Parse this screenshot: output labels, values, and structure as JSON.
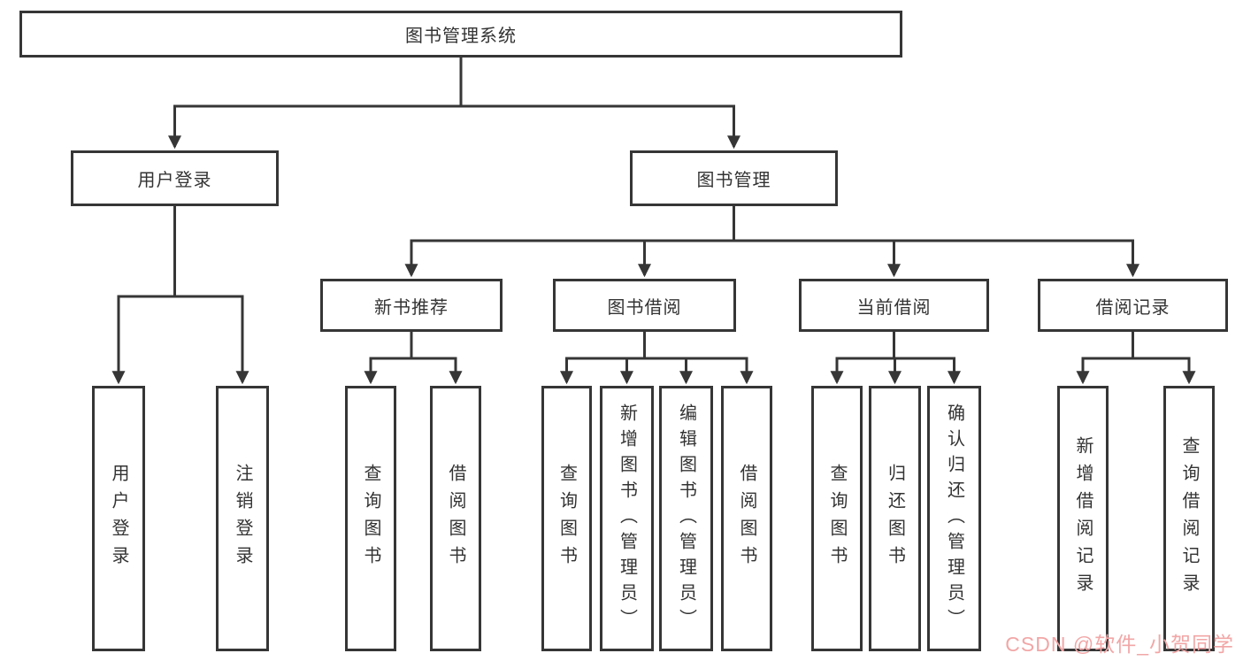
{
  "diagram": {
    "root": {
      "label": "图书管理系统"
    },
    "branches": {
      "user_login": {
        "label": "用户登录"
      },
      "book_mgmt": {
        "label": "图书管理"
      }
    },
    "modules": {
      "new_book_rec": {
        "label": "新书推荐"
      },
      "book_borrow": {
        "label": "图书借阅"
      },
      "current_borrow": {
        "label": "当前借阅"
      },
      "borrow_records": {
        "label": "借阅记录"
      }
    },
    "functions": {
      "login": {
        "label": "用户登录"
      },
      "logout": {
        "label": "注销登录"
      },
      "rec_query_books": {
        "label": "查询图书"
      },
      "rec_borrow_books": {
        "label": "借阅图书"
      },
      "bb_query_books": {
        "label": "查询图书"
      },
      "bb_add_books": {
        "label": "新增图书（管理员）"
      },
      "bb_edit_books": {
        "label": "编辑图书（管理员）"
      },
      "bb_borrow_books": {
        "label": "借阅图书"
      },
      "cb_query_books": {
        "label": "查询图书"
      },
      "cb_return_books": {
        "label": "归还图书"
      },
      "cb_confirm_return": {
        "label": "确认归还（管理员）"
      },
      "br_add_record": {
        "label": "新增借阅记录"
      },
      "br_query_record": {
        "label": "查询借阅记录"
      }
    }
  },
  "watermark": {
    "text": "CSDN @软件_小贺同学"
  },
  "colors": {
    "line": "#363636",
    "text": "#333333",
    "watermark": "#f2a6a6",
    "background": "#ffffff"
  }
}
